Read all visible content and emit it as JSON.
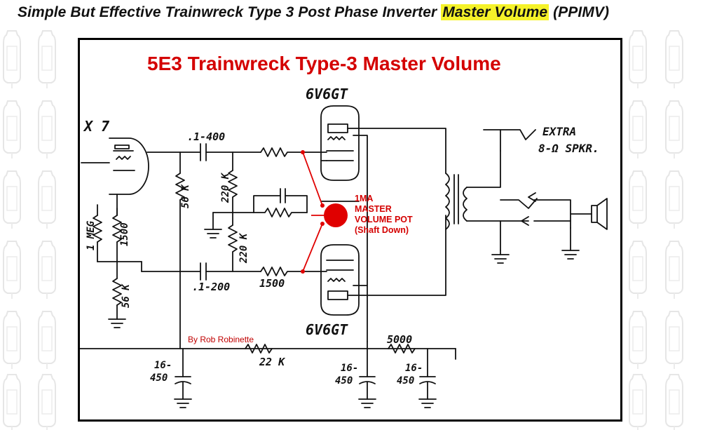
{
  "page": {
    "title_pre": "Simple But Effective Trainwreck Type 3 Post Phase Inverter ",
    "title_highlight": "Master Volume",
    "title_post": " (PPIMV)",
    "highlight_color": "#f5f229"
  },
  "diagram": {
    "title": "5E3 Trainwreck Type-3 Master Volume",
    "title_color": "#d40000",
    "author": "By Rob Robinette",
    "pot": {
      "line1": "1MA",
      "line2": "MASTER",
      "line3": "VOLUME POT",
      "line4": "(Shaft Down)",
      "color": "#e00000"
    },
    "labels": {
      "tube_top": "6V6GT",
      "tube_bottom": "6V6GT",
      "tube_pi": "X 7",
      "cap_top": ".1-400",
      "cap_bottom": ".1-200",
      "r_56k_left": "56 K",
      "r_220k_top": "220 K",
      "r_220k_bottom": "220 K",
      "r_1500_grid": "1500",
      "r_1meg": "1 MEG",
      "r_1500_pi": "1500",
      "r_56k_pi": "56 K",
      "r_22k": "22 K",
      "r_5000": "5000",
      "cap_16_450_a": "16-",
      "cap_16_450_a2": "450",
      "cap_16_450_b": "16-",
      "cap_16_450_b2": "450",
      "cap_16_450_c": "16-",
      "cap_16_450_c2": "450",
      "extra": "EXTRA",
      "spkr": "8-Ω SPKR."
    }
  }
}
